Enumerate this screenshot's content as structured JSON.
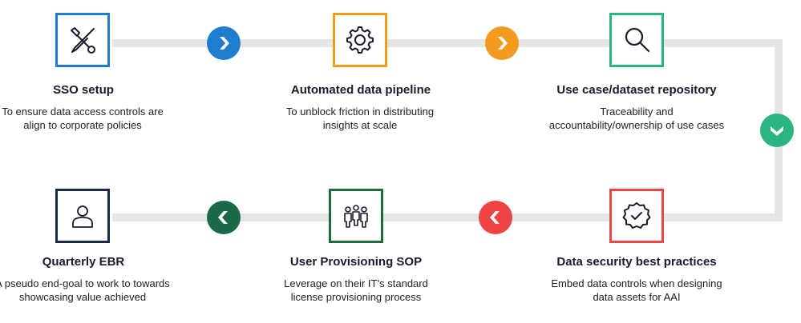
{
  "steps": [
    {
      "title": "SSO setup",
      "desc": "To ensure data access controls are align to corporate policies",
      "icon": "wrench-screwdriver-icon",
      "color": "#1f7ccf"
    },
    {
      "title": "Automated data pipeline",
      "desc": "To unblock friction in distributing insights at scale",
      "icon": "gear-icon",
      "color": "#f39b1f"
    },
    {
      "title": "Use case/dataset repository",
      "desc": "Traceability and accountability/ownership of use cases",
      "icon": "magnifier-icon",
      "color": "#2bb580"
    },
    {
      "title": "Data security best practices",
      "desc": "Embed data controls when designing data assets for AAI",
      "icon": "verified-badge-icon",
      "color": "#ee4444"
    },
    {
      "title": "User Provisioning SOP",
      "desc": "Leverage on their IT’s standard license provisioning process",
      "icon": "team-icon",
      "color": "#1f6b3a"
    },
    {
      "title": "Quarterly EBR",
      "desc": "A pseudo end-goal to work to towards showcasing value achieved",
      "icon": "person-icon",
      "color": "#1b2a4a"
    }
  ],
  "arrows": [
    {
      "direction": "right",
      "color": "#1f7ccf"
    },
    {
      "direction": "right",
      "color": "#f39b1f"
    },
    {
      "direction": "down",
      "color": "#2bb580"
    },
    {
      "direction": "left",
      "color": "#ee4444"
    },
    {
      "direction": "left",
      "color": "#1a6a45"
    }
  ]
}
